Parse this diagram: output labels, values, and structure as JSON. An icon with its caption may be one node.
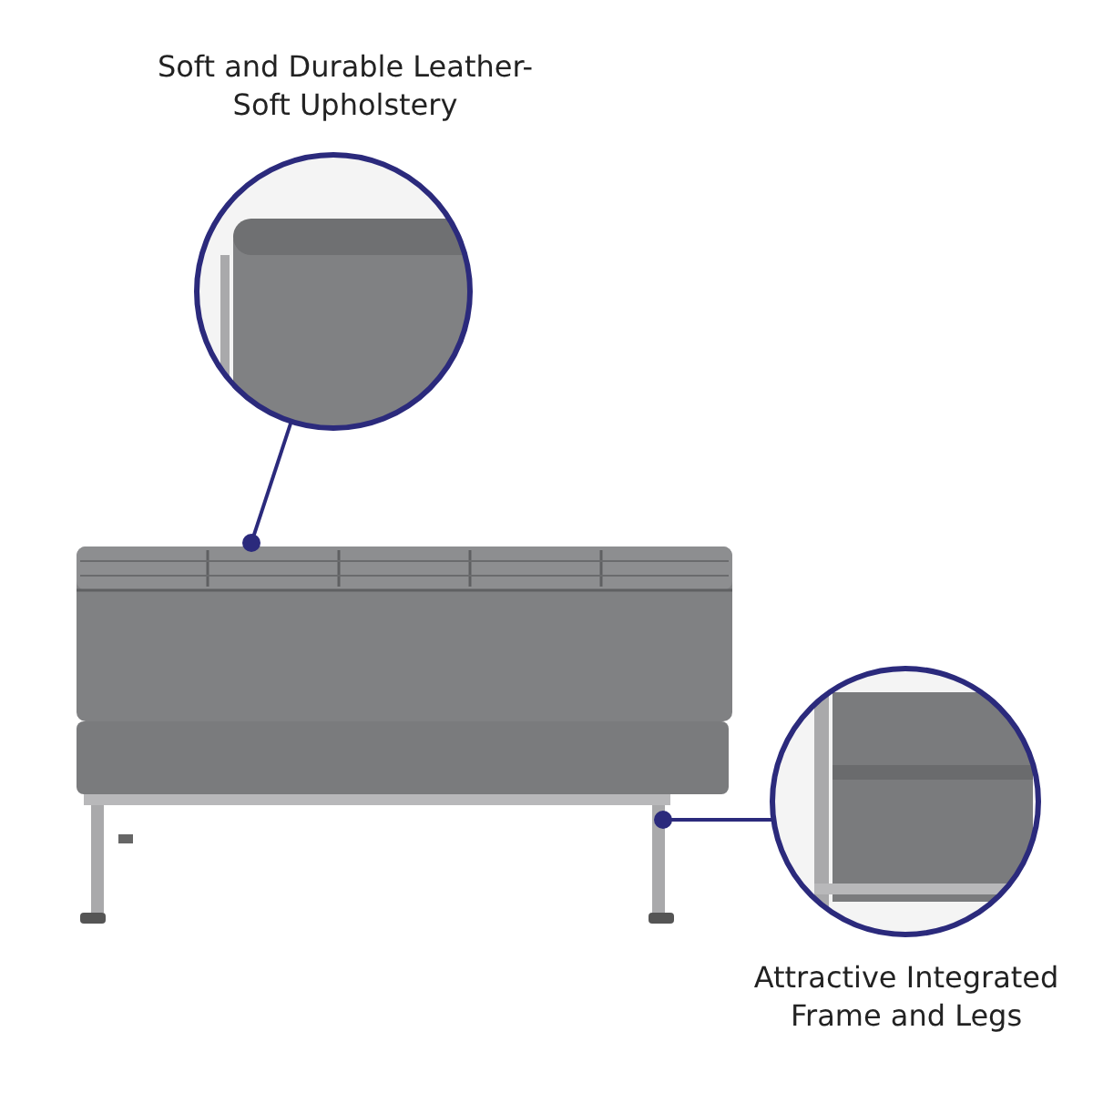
{
  "diagram": {
    "nodes": [
      {
        "text": [
          "Soft and Durable Leather- Soft Upholstery"
        ]
      },
      {
        "text": [],
        "shape": "picture"
      },
      {
        "text": [
          "Attractive Integrated Frame and Legs"
        ]
      }
    ],
    "edges": [
      {
        "from": 0,
        "to": 1,
        "arrow": "other"
      },
      {
        "from": 2,
        "to": 1,
        "arrow": "other"
      }
    ]
  }
}
